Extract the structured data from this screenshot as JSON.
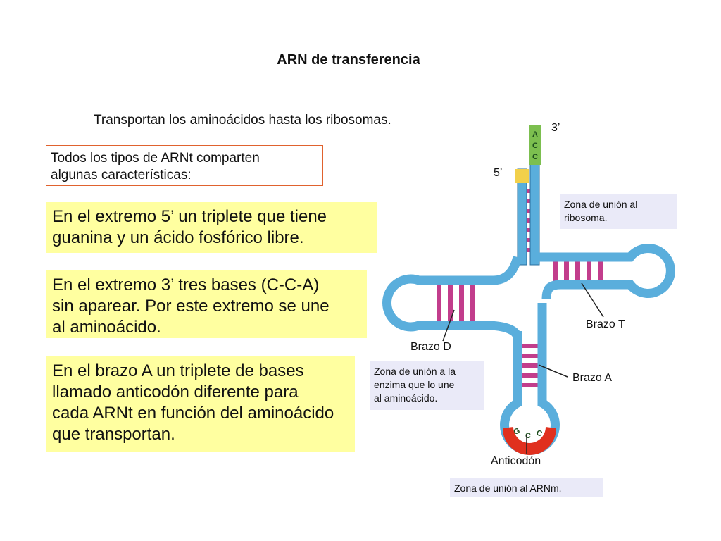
{
  "title": "ARN de transferencia",
  "subtitle": "Transportan los aminoácidos hasta los ribosomas.",
  "features_box": {
    "lines": [
      "Todos los tipos de ARNt comparten",
      "algunas características:"
    ]
  },
  "statements": {
    "five_prime": [
      "En el extremo 5’ un triplete que tiene",
      "guanina y un ácido fosfórico libre."
    ],
    "three_prime": [
      "En el extremo 3’ tres bases (C-C-A)",
      "sin aparear. Por este extremo se une",
      "al aminoácido."
    ],
    "arm_a": [
      "En el brazo A un triplete de bases",
      "llamado anticodón diferente para",
      "cada ARNt en función del aminoácido",
      "que transportan."
    ]
  },
  "notes": {
    "ribosome": [
      "Zona de unión al",
      "ribosoma."
    ],
    "enzyme": [
      "Zona de unión a la",
      "enzima que lo une",
      "al aminoácido."
    ],
    "mrna": "Zona de unión al ARNm."
  },
  "labels": {
    "three_prime": "3’",
    "five_prime": "5’",
    "brazo_t": "Brazo T",
    "brazo_d": "Brazo D",
    "brazo_a": "Brazo A",
    "anticodon": "Anticodón"
  },
  "acceptor_bases": [
    "A",
    "C",
    "C"
  ],
  "anticodon_bases": [
    "G",
    "C",
    "C"
  ],
  "colors": {
    "strand": "#5aaedc",
    "strand_dark": "#2a6f9e",
    "base_pair": "#c23d8c",
    "acceptor_green": "#7cbf4f",
    "five_prime_yellow": "#f2d04a",
    "anticodon_red": "#e0301e",
    "highlight_yellow": "#ffffa0",
    "note_lavender": "#eaeaf8",
    "border_orange": "#e0622e"
  }
}
